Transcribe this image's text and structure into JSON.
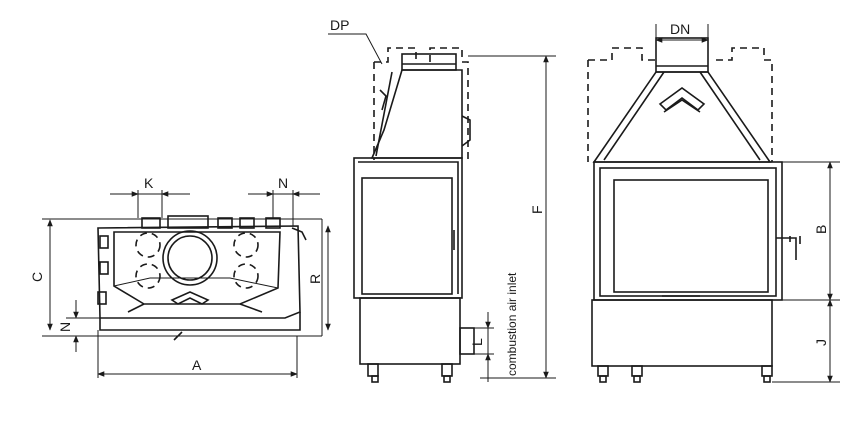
{
  "labels": {
    "K": "K",
    "N_top": "N",
    "C": "C",
    "R": "R",
    "N_left": "N",
    "A": "A",
    "DP": "DP",
    "F": "F",
    "L": "L",
    "combustion_air_inlet": "combustion air inlet",
    "DN": "DN",
    "B": "B",
    "J": "J"
  }
}
